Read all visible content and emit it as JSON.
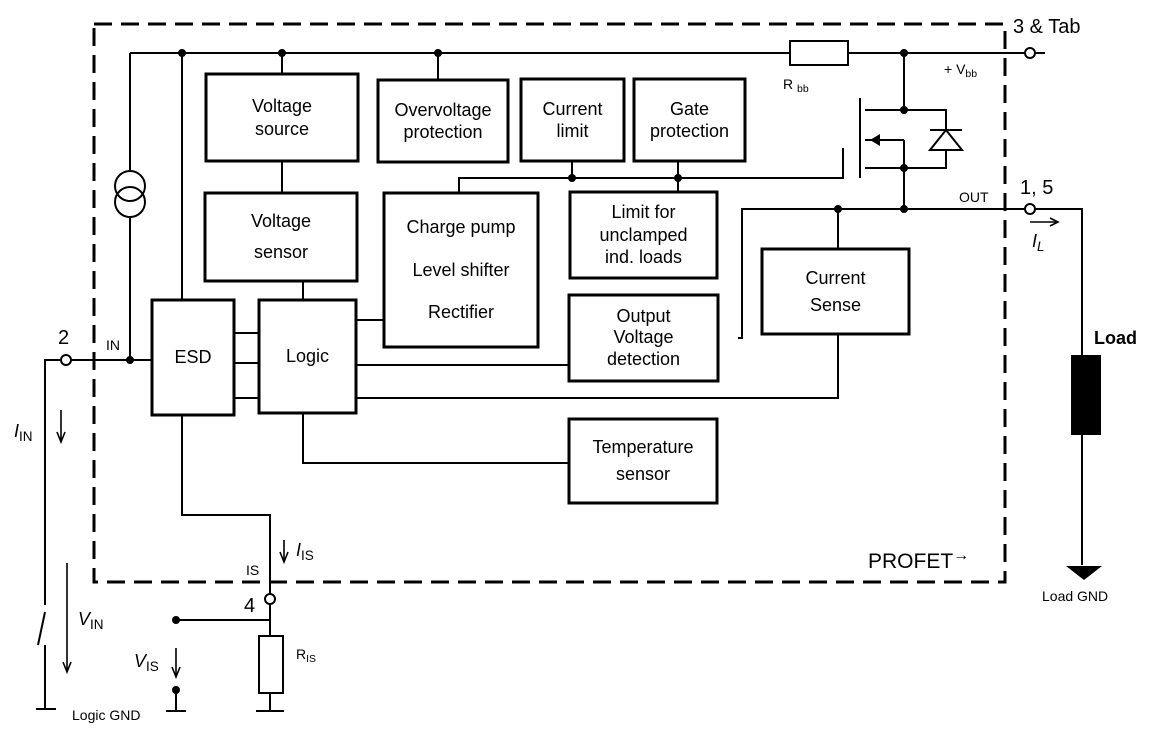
{
  "blocks": {
    "voltage_source": "Voltage\nsource",
    "overvoltage_protection": "Overvoltage\nprotection",
    "current_limit": "Current\nlimit",
    "gate_protection": "Gate\nprotection",
    "voltage_sensor": "Voltage\nsensor",
    "charge_pump": "Charge pump",
    "level_shifter": "Level shifter",
    "rectifier": "Rectifier",
    "limit_unclamped": "Limit for\nunclamped\nind. loads",
    "current_sense": "Current\nSense",
    "esd": "ESD",
    "logic": "Logic",
    "output_voltage_detection": "Output\nVoltage\ndetection",
    "temperature_sensor": "Temperature\nsensor"
  },
  "pins": {
    "pin_3": "3 & Tab",
    "pin_1_5": "1, 5",
    "pin_2": "2",
    "pin_4": "4"
  },
  "labels": {
    "vbb": "+ V",
    "vbb_sub": "bb",
    "rbb": "R",
    "rbb_sub": "bb",
    "out": "OUT",
    "il": "I",
    "il_sub": "L",
    "load": "Load",
    "load_gnd": "Load GND",
    "in": "IN",
    "iin": "I",
    "iin_sub": "IN",
    "vin": "V",
    "vin_sub": "IN",
    "is": "IS",
    "iis": "I",
    "iis_sub": "IS",
    "vis": "V",
    "vis_sub": "IS",
    "ris": "R",
    "ris_sub": "IS",
    "logic_gnd": "Logic GND",
    "profet": "PROFET"
  }
}
